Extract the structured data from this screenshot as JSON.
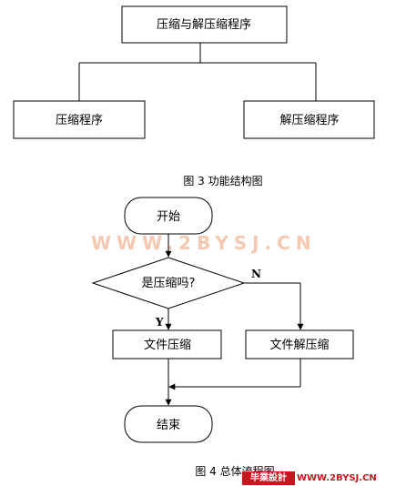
{
  "structure_chart": {
    "root": "压缩与解压缩程序",
    "left_child": "压缩程序",
    "right_child": "解压缩程序",
    "caption": "图 3  功能结构图"
  },
  "flowchart": {
    "start": "开始",
    "decision": "是压缩吗?",
    "no_label": "N",
    "yes_label": "Y",
    "compress": "文件压缩",
    "decompress": "文件解压缩",
    "end": "结束",
    "caption": "图 4  总体流程图"
  },
  "watermark": {
    "text": "WWW.2BYSJ.CN",
    "logo_text": "毕業設計",
    "logo_url": "WWW.2BYSJ.CN",
    "color": "#c7161d"
  }
}
